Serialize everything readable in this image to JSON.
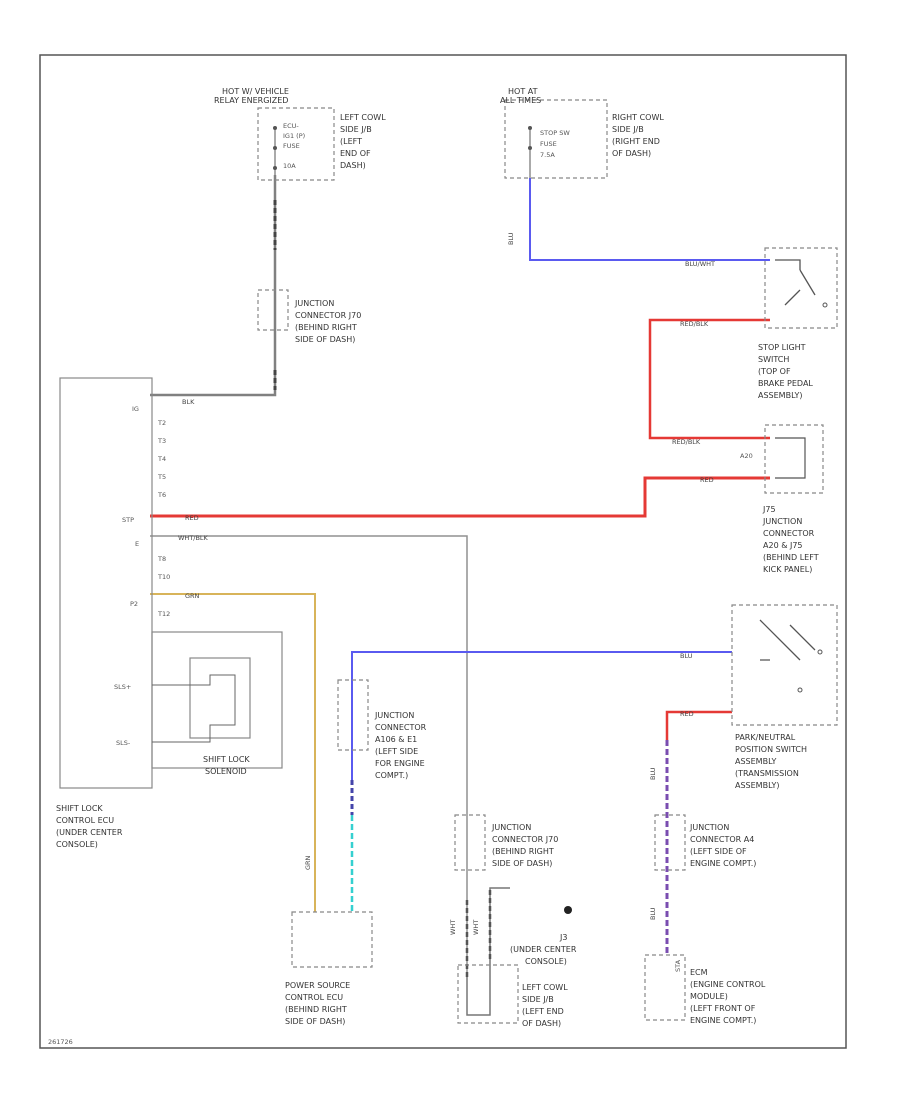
{
  "colors": {
    "gray": "#808080",
    "red": "#e53935",
    "blue": "#5a5af0",
    "yellow": "#d8b45a",
    "cyan": "#35d0d0",
    "black": "#333333"
  },
  "top_left": {
    "title_1": "HOT W/ VEHICLE",
    "title_2": "RELAY ENERGIZED",
    "fuse_1": "ECU-",
    "fuse_2": "IG1 (P)",
    "fuse_3": "FUSE",
    "fuse_4": "10A",
    "loc_1": "LEFT COWL",
    "loc_2": "SIDE J/B",
    "loc_3": "(LEFT",
    "loc_4": "END OF",
    "loc_5": "DASH)"
  },
  "top_right": {
    "title_1": "HOT AT",
    "title_2": "ALL TIMES",
    "fuse_1": "STOP SW",
    "fuse_2": "FUSE",
    "fuse_3": "7.5A",
    "loc_1": "RIGHT COWL",
    "loc_2": "SIDE J/B",
    "loc_3": "(RIGHT END",
    "loc_4": "OF DASH)"
  },
  "jc_upper": {
    "line_1": "JUNCTION",
    "line_2": "CONNECTOR J70",
    "line_3": "(BEHIND RIGHT",
    "line_4": "SIDE OF DASH)"
  },
  "stop_switch": {
    "line_1": "STOP LIGHT",
    "line_2": "SWITCH",
    "line_3": "(TOP OF",
    "line_4": "BRAKE PEDAL",
    "line_5": "ASSEMBLY)"
  },
  "jc_right": {
    "line_1": "J75",
    "line_2": "JUNCTION",
    "line_3": "CONNECTOR",
    "line_4": "A20 & J75",
    "line_5": "(BEHIND LEFT",
    "line_6": "KICK PANEL)",
    "pin_a": "A20"
  },
  "ecu": {
    "line_1": "SHIFT LOCK",
    "line_2": "CONTROL ECU",
    "line_3": "(UNDER CENTER",
    "line_4": "CONSOLE)",
    "pins": [
      "IG",
      "E",
      "STP",
      "P2"
    ],
    "pins_small": [
      "T2",
      "T3",
      "T4",
      "T5",
      "T6",
      "T8",
      "T10",
      "T12"
    ],
    "sls_plus": "SLS+",
    "sls_minus": "SLS-",
    "solenoid_1": "SHIFT LOCK",
    "solenoid_2": "SOLENOID"
  },
  "wires": {
    "blk": "BLK",
    "red": "RED",
    "wht_blk": "WHT/BLK",
    "grn": "GRN",
    "blu": "BLU",
    "blu_wht": "BLU/WHT",
    "red_blk": "RED/BLK",
    "wht": "WHT",
    "grn_v": "GRN",
    "blu_v": "BLU"
  },
  "jc_mid": {
    "line_1": "JUNCTION",
    "line_2": "CONNECTOR",
    "line_3": "A106 & E1",
    "line_4": "(LEFT SIDE",
    "line_5": "FOR ENGINE",
    "line_6": "COMPT.)"
  },
  "park_switch": {
    "line_1": "PARK/NEUTRAL",
    "line_2": "POSITION SWITCH",
    "line_3": "ASSEMBLY",
    "line_4": "(TRANSMISSION",
    "line_5": "ASSEMBLY)"
  },
  "jc_bottom_mid": {
    "line_1": "JUNCTION",
    "line_2": "CONNECTOR J70",
    "line_3": "(BEHIND RIGHT",
    "line_4": "SIDE OF DASH)"
  },
  "jc_bottom_right": {
    "line_1": "JUNCTION",
    "line_2": "CONNECTOR A4",
    "line_3": "(LEFT SIDE OF",
    "line_4": "ENGINE COMPT.)"
  },
  "ground": {
    "line_1": "J3",
    "line_2": "(UNDER CENTER",
    "line_3": "CONSOLE)"
  },
  "cowl_bottom": {
    "line_1": "LEFT COWL",
    "line_2": "SIDE J/B",
    "line_3": "(LEFT END",
    "line_4": "OF DASH)"
  },
  "power_ecu": {
    "line_1": "POWER SOURCE",
    "line_2": "CONTROL ECU",
    "line_3": "(BEHIND RIGHT",
    "line_4": "SIDE OF DASH)"
  },
  "ecm": {
    "line_1": "ECM",
    "line_2": "(ENGINE CONTROL",
    "line_3": "MODULE)",
    "line_4": "(LEFT FRONT OF",
    "line_5": "ENGINE COMPT.)",
    "pin": "STA"
  },
  "footer": {
    "code": "261726"
  }
}
